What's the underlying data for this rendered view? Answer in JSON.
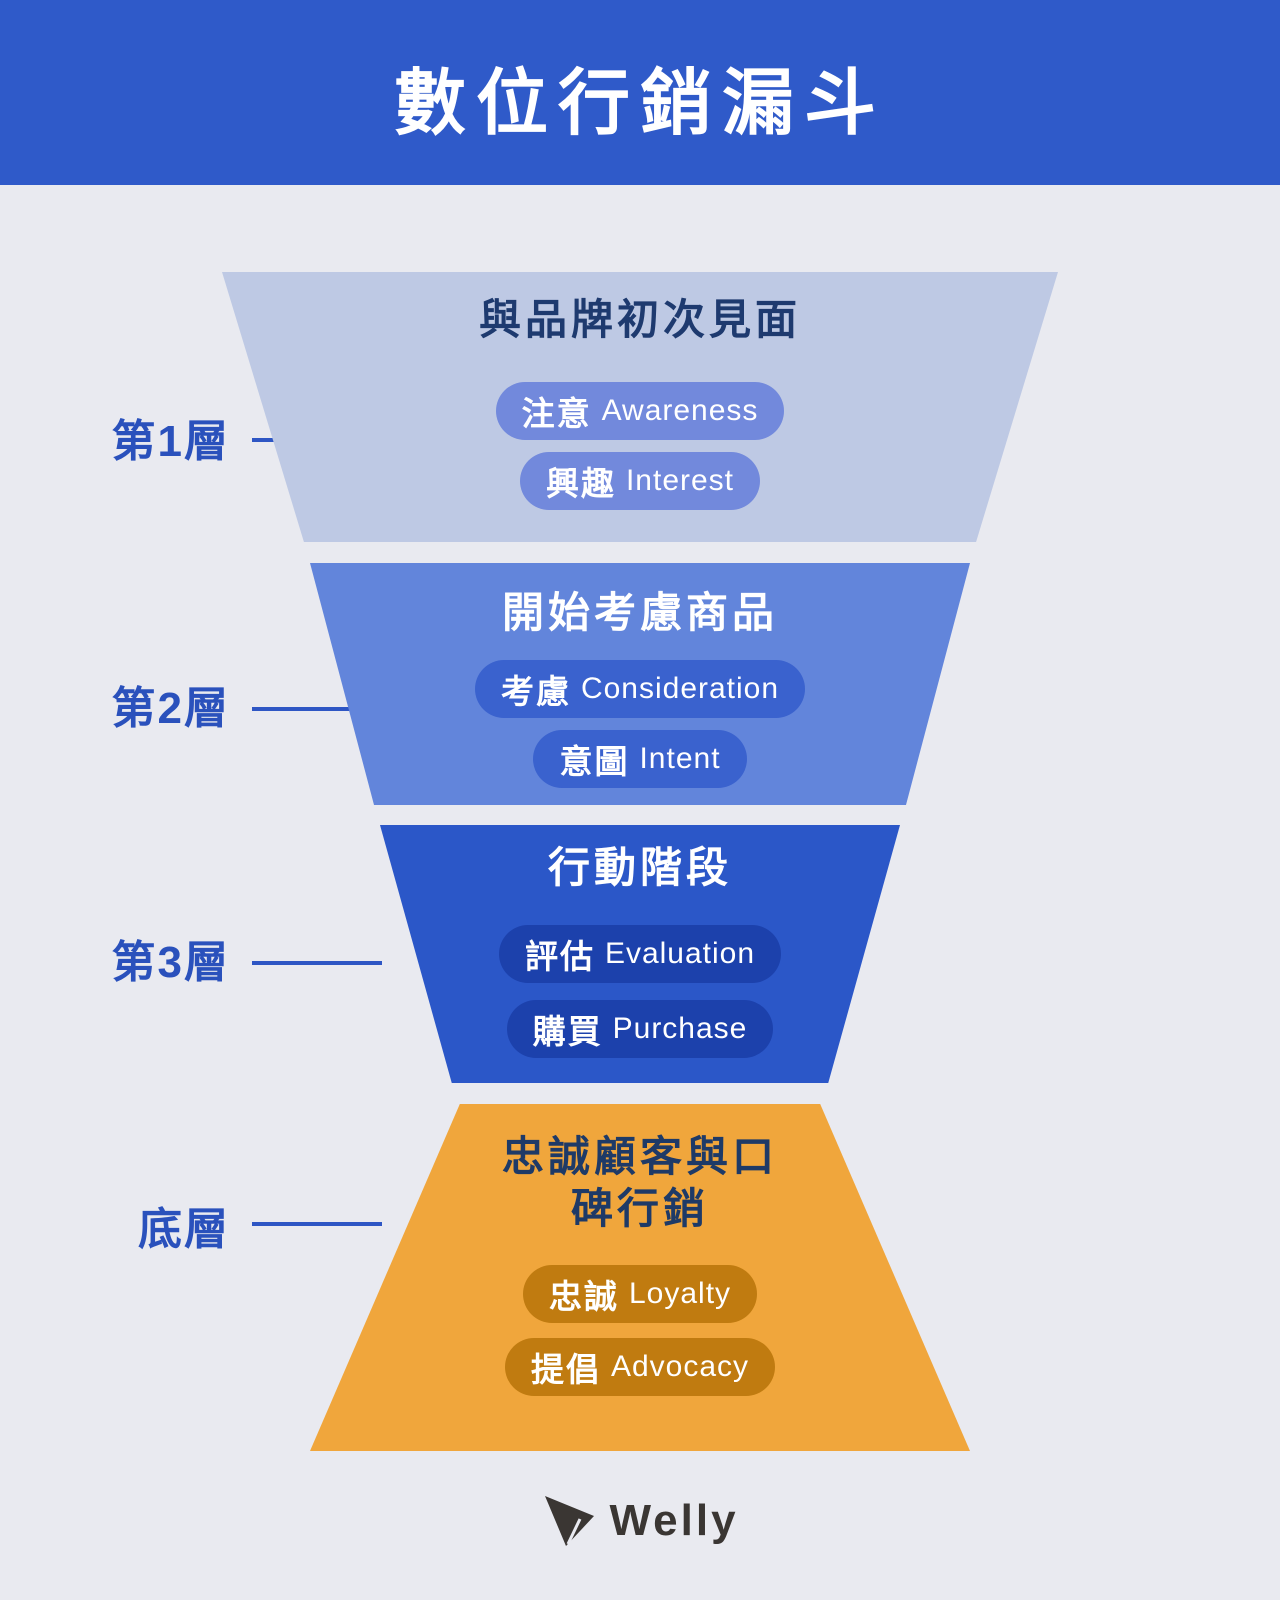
{
  "header": {
    "title": "數位行銷漏斗"
  },
  "funnel": {
    "tiers": [
      {
        "side_label": "第1層",
        "heading": "與品牌初次見面",
        "pills": [
          {
            "zh": "注意",
            "en": "Awareness"
          },
          {
            "zh": "興趣",
            "en": "Interest"
          }
        ]
      },
      {
        "side_label": "第2層",
        "heading": "開始考慮商品",
        "pills": [
          {
            "zh": "考慮",
            "en": "Consideration"
          },
          {
            "zh": "意圖",
            "en": "Intent"
          }
        ]
      },
      {
        "side_label": "第3層",
        "heading": "行動階段",
        "pills": [
          {
            "zh": "評估",
            "en": "Evaluation"
          },
          {
            "zh": "購買",
            "en": "Purchase"
          }
        ]
      },
      {
        "side_label": "底層",
        "heading": "忠誠顧客與口碑行銷",
        "pills": [
          {
            "zh": "忠誠",
            "en": "Loyalty"
          },
          {
            "zh": "提倡",
            "en": "Advocacy"
          }
        ]
      }
    ]
  },
  "footer": {
    "brand": "Welly"
  },
  "colors": {
    "header_bg": "#2F5AC9",
    "page_bg": "#E9EAF0",
    "tier1_bg": "#BEC9E4",
    "tier1_pill_bg": "#7289DC",
    "tier2_bg": "#6285DB",
    "tier2_pill_bg": "#3A62CE",
    "tier3_bg": "#2B57C8",
    "tier3_pill_bg": "#1C41AC",
    "tier4_bg": "#F0A63C",
    "tier4_pill_bg": "#C07B10",
    "heading_dark_text": "#1E3A6F",
    "side_label_text": "#2A51BC",
    "logo_text": "#3A3633"
  }
}
